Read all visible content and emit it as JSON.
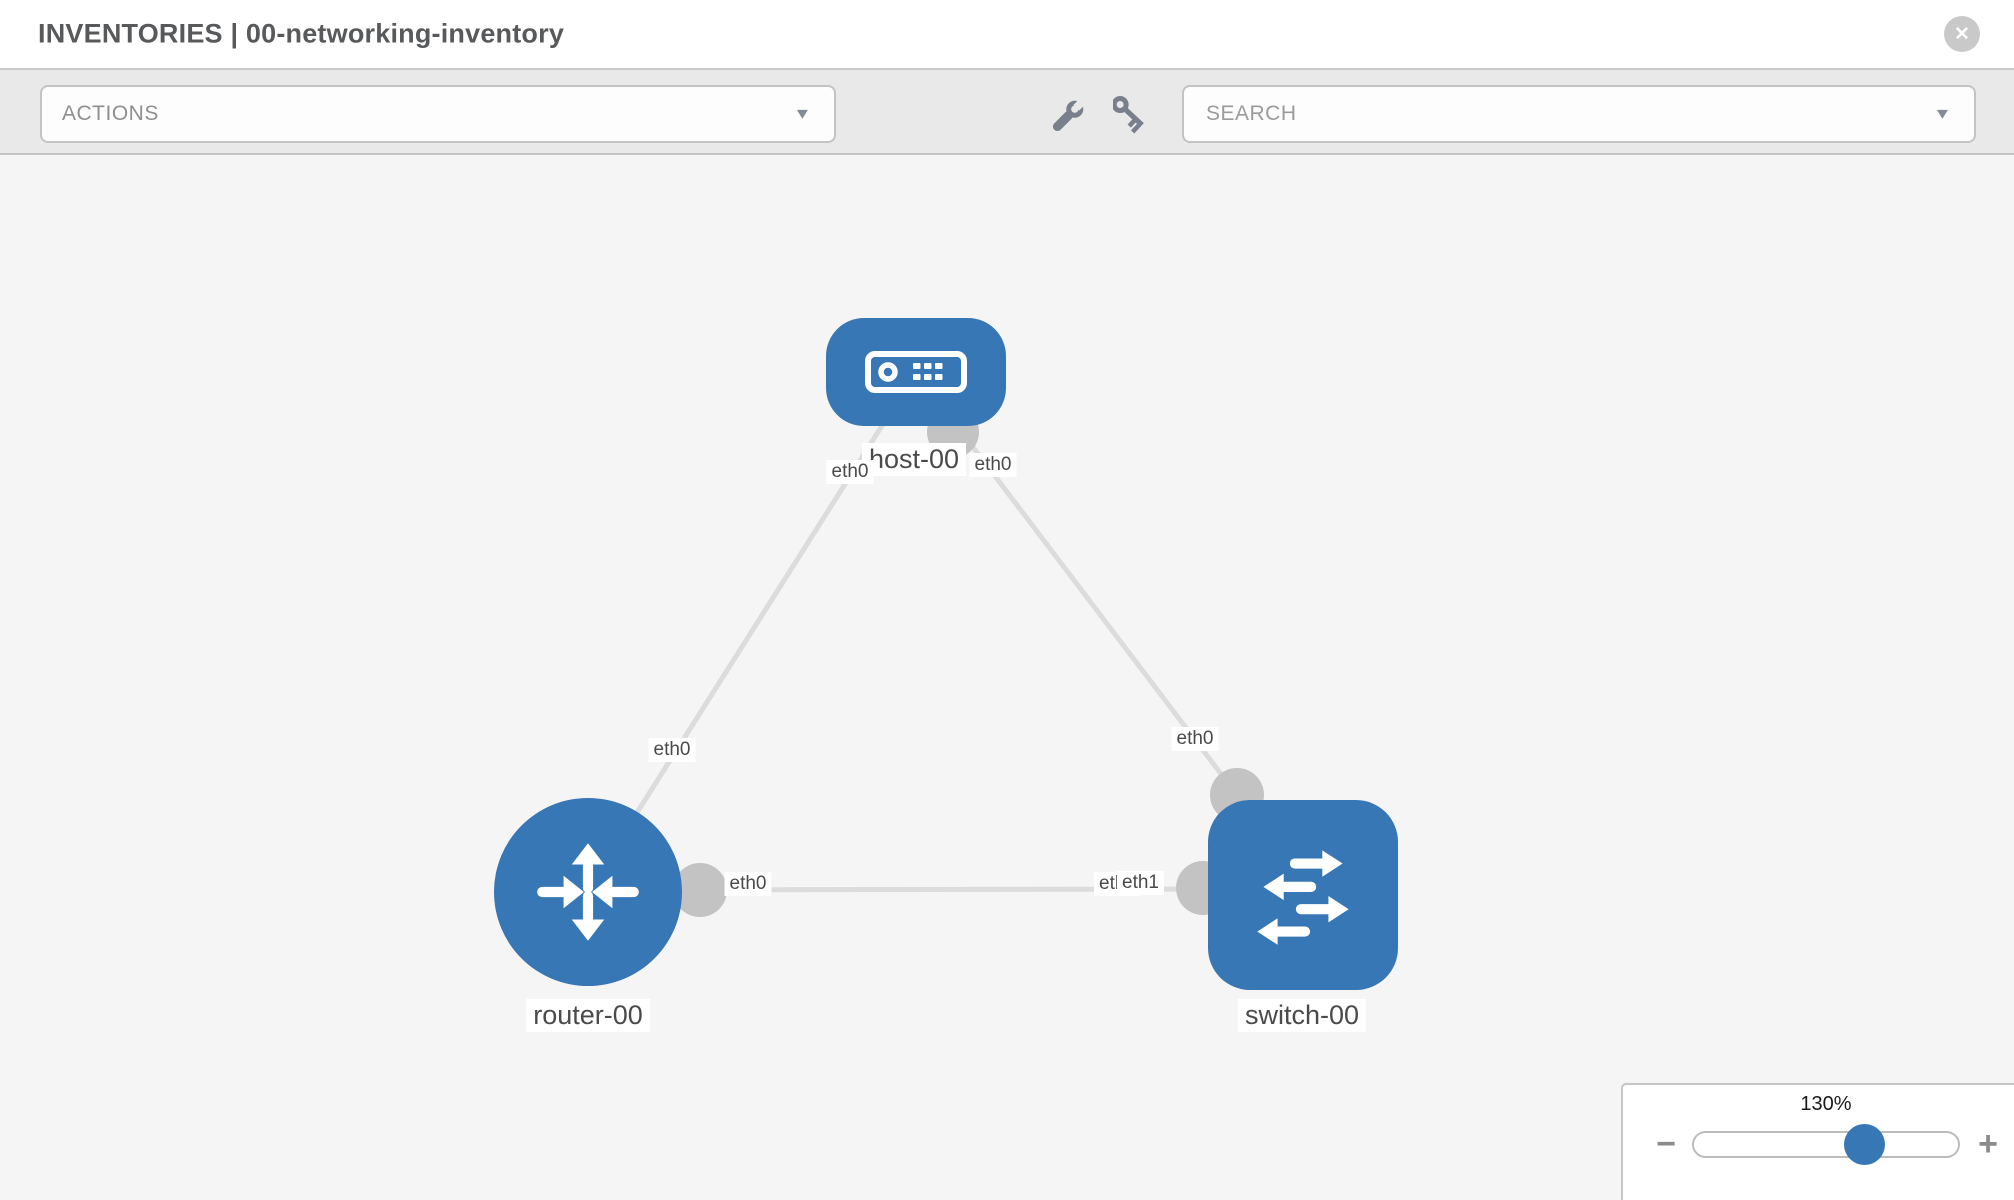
{
  "header": {
    "title": "INVENTORIES | 00-networking-inventory"
  },
  "toolbar": {
    "actions_label": "ACTIONS",
    "search_placeholder": "SEARCH"
  },
  "icons": {
    "chevron_down": "▼",
    "close": "✕",
    "minus": "−",
    "plus": "+"
  },
  "colors": {
    "node_blue": "#3877b5",
    "link_gray": "#dcdcdc",
    "connector_gray": "#c3c3c3",
    "canvas_bg": "#f5f5f5",
    "toolbar_bg": "#e9e9e9"
  },
  "topology": {
    "nodes": [
      {
        "label": "host-00",
        "type": "host",
        "icon": "server-icon"
      },
      {
        "label": "router-00",
        "type": "router",
        "icon": "router-arrows-icon"
      },
      {
        "label": "switch-00",
        "type": "switch",
        "icon": "switch-arrows-icon"
      }
    ],
    "links": [
      {
        "from": "host-00",
        "to": "router-00",
        "from_interface": "eth0",
        "to_interface": "eth0"
      },
      {
        "from": "host-00",
        "to": "switch-00",
        "from_interface": "eth0",
        "to_interface": "eth0"
      },
      {
        "from": "router-00",
        "to": "switch-00",
        "from_interface": "eth0",
        "to_interface": "eth1",
        "overlapped_label": "eth0"
      }
    ]
  },
  "zoom_control": {
    "level": "130%"
  }
}
